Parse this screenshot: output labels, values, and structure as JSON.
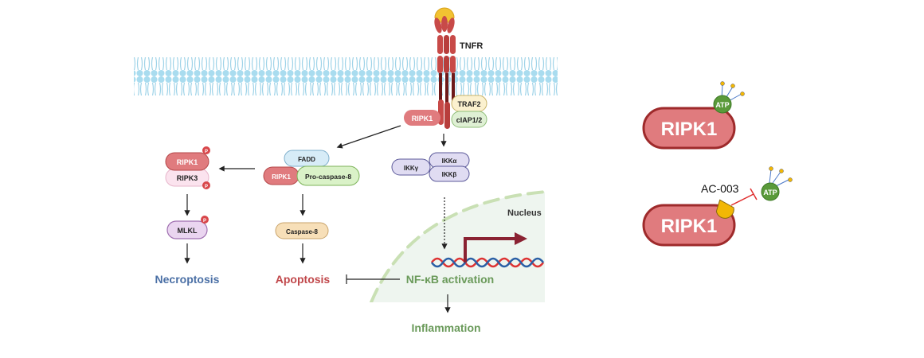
{
  "membrane": {
    "receptor_label": "TNFR"
  },
  "complex1": {
    "ripk1": "RIPK1",
    "traf2": "TRAF2",
    "ciap": "cIAP1/2"
  },
  "necroptosis_branch": {
    "ripk1": "RIPK1",
    "ripk3": "RIPK3",
    "mlkl": "MLKL",
    "phospho": "P",
    "outcome": "Necroptosis"
  },
  "apoptosis_branch": {
    "fadd": "FADD",
    "ripk1": "RIPK1",
    "procaspase8": "Pro-caspase-8",
    "caspase8": "Caspase-8",
    "outcome": "Apoptosis"
  },
  "nfkb_branch": {
    "ikk_gamma": "IKKγ",
    "ikk_alpha": "IKKα",
    "ikk_beta": "IKKβ",
    "nucleus_label": "Nucleus",
    "activation": "NF-κB activation",
    "outcome": "Inflammation"
  },
  "panel_right": {
    "top": {
      "protein": "RIPK1",
      "ligand": "ATP"
    },
    "bottom": {
      "protein": "RIPK1",
      "ligand": "ATP",
      "inhibitor": "AC-003"
    }
  },
  "colors": {
    "necroptosis": "#4a6fa5",
    "apoptosis": "#c0474a",
    "inflammation": "#6a9a5a",
    "ripk1_fill": "#e07b7e",
    "ripk1_stroke": "#9e2a2b",
    "atp": "#5a9a3a",
    "inhibitor": "#f2b705",
    "membrane": "#a9dcef"
  }
}
